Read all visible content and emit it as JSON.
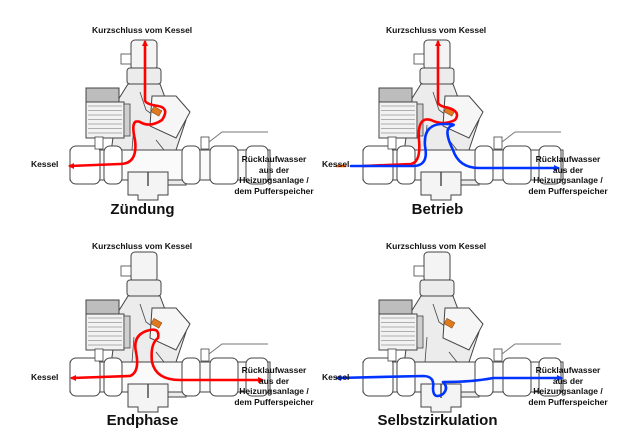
{
  "colors": {
    "hot": "#ff0000",
    "cold": "#0033ff",
    "kessel_stub": "#ff6600",
    "valve_core": "#e07a1f",
    "outline": "#444444",
    "body_fill": "#ececec",
    "motor_fill": "#d8d8d8"
  },
  "panels": [
    {
      "id": "zuendung",
      "title": "Zündung",
      "top_label": "Kurzschluss vom Kessel",
      "left_label": "Kessel",
      "right_label_lines": [
        "Rücklaufwasser",
        "aus der",
        "Heizungsanlage /",
        "dem Pufferspeicher"
      ],
      "flows": [
        "hot-bypass-to-kessel"
      ]
    },
    {
      "id": "betrieb",
      "title": "Betrieb",
      "top_label": "Kurzschluss vom Kessel",
      "left_label": "Kessel",
      "right_label_lines": [
        "Rücklaufwasser",
        "aus der",
        "Heizungsanlage /",
        "dem Pufferspeicher"
      ],
      "flows": [
        "hot-bypass-mixing",
        "cold-return-mixing"
      ]
    },
    {
      "id": "endphase",
      "title": "Endphase",
      "top_label": "Kurzschluss vom Kessel",
      "left_label": "Kessel",
      "right_label_lines": [
        "Rücklaufwasser",
        "aus der",
        "Heizungsanlage /",
        "dem Pufferspeicher"
      ],
      "flows": [
        "hot-kessel-to-return"
      ]
    },
    {
      "id": "selbstzirkulation",
      "title": "Selbstzirkulation",
      "top_label": "Kurzschluss vom Kessel",
      "left_label": "Kessel",
      "right_label_lines": [
        "Rücklaufwasser",
        "aus der",
        "Heizungsanlage /",
        "dem Pufferspeicher"
      ],
      "flows": [
        "cold-gravity-circulation"
      ]
    }
  ]
}
